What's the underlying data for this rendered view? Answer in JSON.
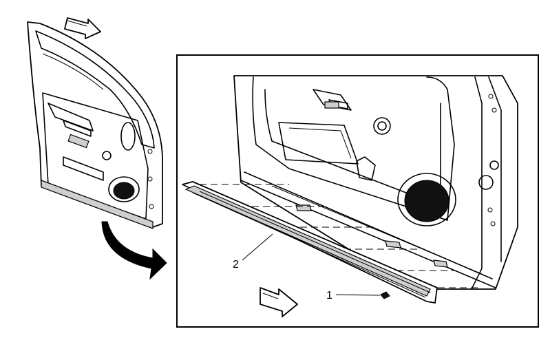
{
  "callouts": [
    {
      "id": "1",
      "label": "1"
    },
    {
      "id": "2",
      "label": "2"
    }
  ],
  "colors": {
    "line": "#000000",
    "background": "#ffffff",
    "shade": "#cfcfcf",
    "dark": "#111111"
  }
}
